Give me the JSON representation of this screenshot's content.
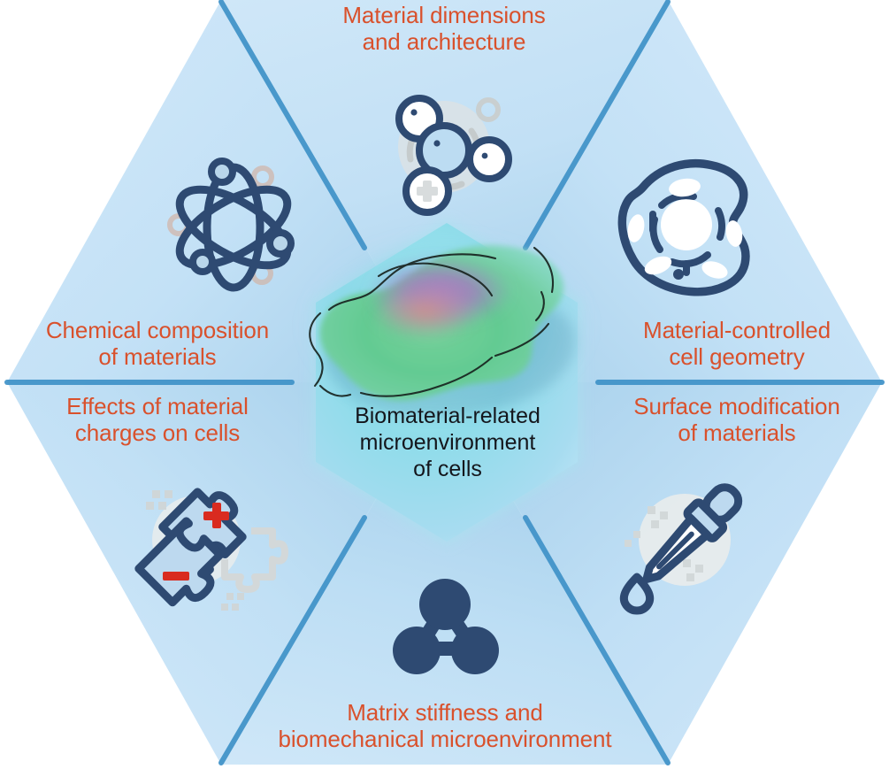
{
  "diagram": {
    "title": "Biomaterial-related microenvironment of cells",
    "shape": "hexagon",
    "sector_count": 6,
    "colors": {
      "label_text": "#d9512c",
      "center_text": "#14161c",
      "hex_fill_light": "#cfe6f7",
      "hex_fill_mid": "#b2d7ef",
      "hex_fill_deep": "#9ccbe8",
      "divider_line": "#3f92c8",
      "icon_navy": "#2e4a72",
      "icon_white": "#ffffff",
      "icon_grey": "#d8dcdd",
      "charge_red": "#d92b20",
      "center_hex_cyan": "#8fe3ea",
      "cell_green": "#5cc98a",
      "cell_nucleus_purple": "#8a6fb8"
    }
  },
  "center": {
    "label": "Biomaterial-related\nmicroenvironment\nof cells",
    "icon": "cell-illustration-icon"
  },
  "sectors": [
    {
      "id": "top",
      "label": "Material dimensions\nand architecture",
      "icon": "molecule-icon"
    },
    {
      "id": "upper-left",
      "label": "Chemical composition\nof materials",
      "icon": "atom-icon"
    },
    {
      "id": "lower-left",
      "label": "Effects of material\ncharges on cells",
      "icon": "puzzle-charges-icon"
    },
    {
      "id": "upper-right",
      "label": "Material-controlled\ncell geometry",
      "icon": "cell-outline-icon"
    },
    {
      "id": "lower-right",
      "label": "Surface modification\nof materials",
      "icon": "pipette-dropper-icon"
    },
    {
      "id": "bottom",
      "label": "Matrix stiffness and\nbiomechanical microenvironment",
      "icon": "triangle-nodes-icon"
    }
  ]
}
